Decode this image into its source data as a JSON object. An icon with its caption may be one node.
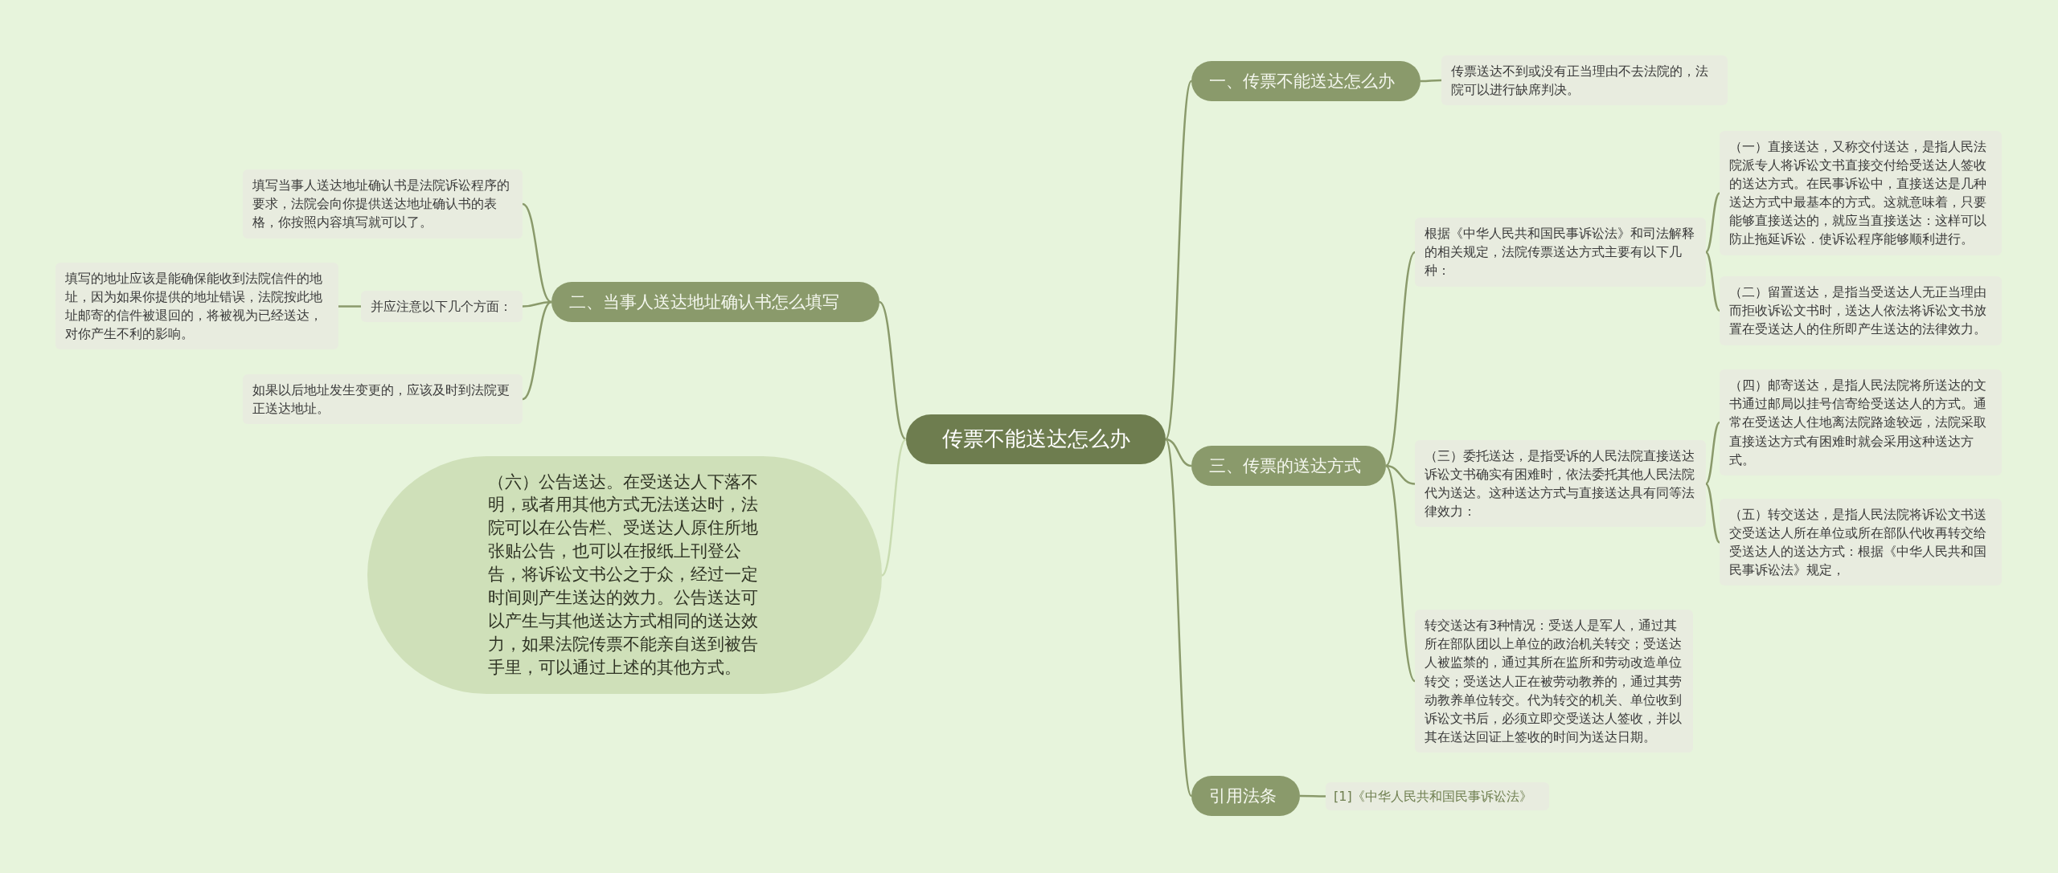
{
  "diagram": {
    "nodes": [
      {
        "text": [
          "传票不能送达怎么办"
        ]
      },
      {
        "text": [
          "一、传票不能送达怎么办"
        ]
      },
      {
        "text": [
          "传票送达不到或没有正当理由不去法院的，法院可以进行缺席判决。"
        ]
      },
      {
        "text": [
          "二、当事人送达地址确认书怎么填写"
        ]
      },
      {
        "text": [
          "填写当事人送达地址确认书是法院诉讼程序的要求，法院会向你提供送达地址确认书的表格，你按照内容填写就可以了。"
        ]
      },
      {
        "text": [
          "并应注意以下几个方面："
        ]
      },
      {
        "text": [
          "填写的地址应该是能确保能收到法院信件的地址，因为如果你提供的地址错误，法院按此地址邮寄的信件被退回的，将被视为已经送达，对你产生不利的影响。"
        ]
      },
      {
        "text": [
          "如果以后地址发生变更的，应该及时到法院更正送达地址。"
        ]
      },
      {
        "text": [
          "（六）公告送达。在受送达人下落不明，或者用其他方式无法送达时，法院可以在公告栏、受送达人原住所地张贴公告，也可以在报纸上刊登公告，将诉讼文书公之于众，经过一定时间则产生送达的效力。公告送达可以产生与其他送达方式相同的送达效力，如果法院传票不能亲自送到被告手里，可以通过上述的其他方式。"
        ]
      },
      {
        "text": [
          "三、传票的送达方式"
        ]
      },
      {
        "text": [
          "根据《中华人民共和国民事诉讼法》和司法解释的相关规定，法院传票送达方式主要有以下几种："
        ]
      },
      {
        "text": [
          "（一）直接送达，又称交付送达，是指人民法院派专人将诉讼文书直接交付给受送达人签收的送达方式。在民事诉讼中，直接送达是几种送达方式中最基本的方式。这就意味着，只要能够直接送达的，就应当直接送达：这样可以防止拖延诉讼．使诉讼程序能够顺利进行。"
        ]
      },
      {
        "text": [
          "（二）留置送达，是指当受送达人无正当理由而拒收诉讼文书时，送达人依法将诉讼文书放置在受送达人的住所即产生送达的法律效力。"
        ]
      },
      {
        "text": [
          "（三）委托送达，是指受诉的人民法院直接送达诉讼文书确实有困难时，依法委托其他人民法院代为送达。这种送达方式与直接送达具有同等法律效力："
        ]
      },
      {
        "text": [
          "（四）邮寄送达，是指人民法院将所送达的文书通过邮局以挂号信寄给受送达人的方式。通常在受送达人住地离法院路途较远，法院采取直接送达方式有困难时就会采用这种送达方式。"
        ]
      },
      {
        "text": [
          "（五）转交送达，是指人民法院将诉讼文书送交受送达人所在单位或所在部队代收再转交给受送达人的送达方式：根据《中华人民共和国民事诉讼法》规定，"
        ]
      },
      {
        "text": [
          "转交送达有3种情况：受送人是军人，通过其所在部队团以上单位的政治机关转交；受送达人被监禁的，通过其所在监所和劳动改造单位转交；受送达人正在被劳动教养的，通过其劳动教养单位转交。代为转交的机关、单位收到诉讼文书后，必须立即交受送达人签收，并以其在送达回证上签收的时间为送达日期。"
        ]
      },
      {
        "text": [
          "引用法条"
        ]
      },
      {
        "text": [
          "[1]《中华人民共和国民事诉讼法》"
        ]
      }
    ],
    "edges": [
      {
        "from": 0,
        "to": 1,
        "arrow": "none"
      },
      {
        "from": 1,
        "to": 2,
        "arrow": "none"
      },
      {
        "from": 0,
        "to": 3,
        "arrow": "none"
      },
      {
        "from": 3,
        "to": 4,
        "arrow": "none"
      },
      {
        "from": 3,
        "to": 5,
        "arrow": "none"
      },
      {
        "from": 5,
        "to": 6,
        "arrow": "none"
      },
      {
        "from": 3,
        "to": 7,
        "arrow": "none"
      },
      {
        "from": 0,
        "to": 8,
        "arrow": "none",
        "color": "#c8dbb0"
      },
      {
        "from": 0,
        "to": 9,
        "arrow": "none"
      },
      {
        "from": 9,
        "to": 10,
        "arrow": "none"
      },
      {
        "from": 10,
        "to": 11,
        "arrow": "none"
      },
      {
        "from": 10,
        "to": 12,
        "arrow": "none"
      },
      {
        "from": 9,
        "to": 13,
        "arrow": "none"
      },
      {
        "from": 13,
        "to": 14,
        "arrow": "none"
      },
      {
        "from": 13,
        "to": 15,
        "arrow": "none"
      },
      {
        "from": 9,
        "to": 16,
        "arrow": "none"
      },
      {
        "from": 0,
        "to": 17,
        "arrow": "none"
      },
      {
        "from": 17,
        "to": 18,
        "arrow": "none"
      }
    ]
  }
}
